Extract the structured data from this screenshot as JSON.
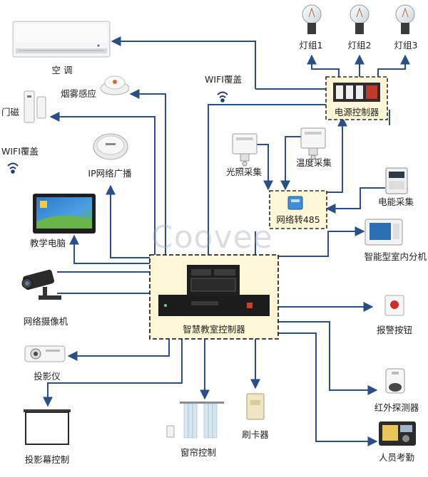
{
  "labels": {
    "air_conditioner": "空 调",
    "smoke_sensor": "烟雾感应",
    "door_sensor": "门磁",
    "wifi_left": "WIFI覆盖",
    "wifi_top": "WIFI覆盖",
    "ip_broadcast": "IP网络广播",
    "teaching_pc": "教学电脑",
    "network_camera": "网络摄像机",
    "projector": "投影仪",
    "projection_screen": "投影幕控制",
    "curtain": "窗帘控制",
    "card_reader": "刷卡器",
    "light_group_1": "灯组1",
    "light_group_2": "灯组2",
    "light_group_3": "灯组3",
    "power_controller": "电源控制器",
    "light_sensor": "光照采集",
    "temp_sensor": "温度采集",
    "energy_meter": "电能采集",
    "network_485": "网络转485",
    "smart_indoor": "智能型室内分机",
    "alarm_button": "报警按钮",
    "infrared_detector": "红外探测器",
    "attendance": "人员考勤",
    "main_controller": "智慧教室控制器"
  },
  "watermark": "Coovee",
  "colors": {
    "line": "#2a4f86",
    "box_fill": "#fdf7d6",
    "box_border": "#2b2b2b"
  }
}
